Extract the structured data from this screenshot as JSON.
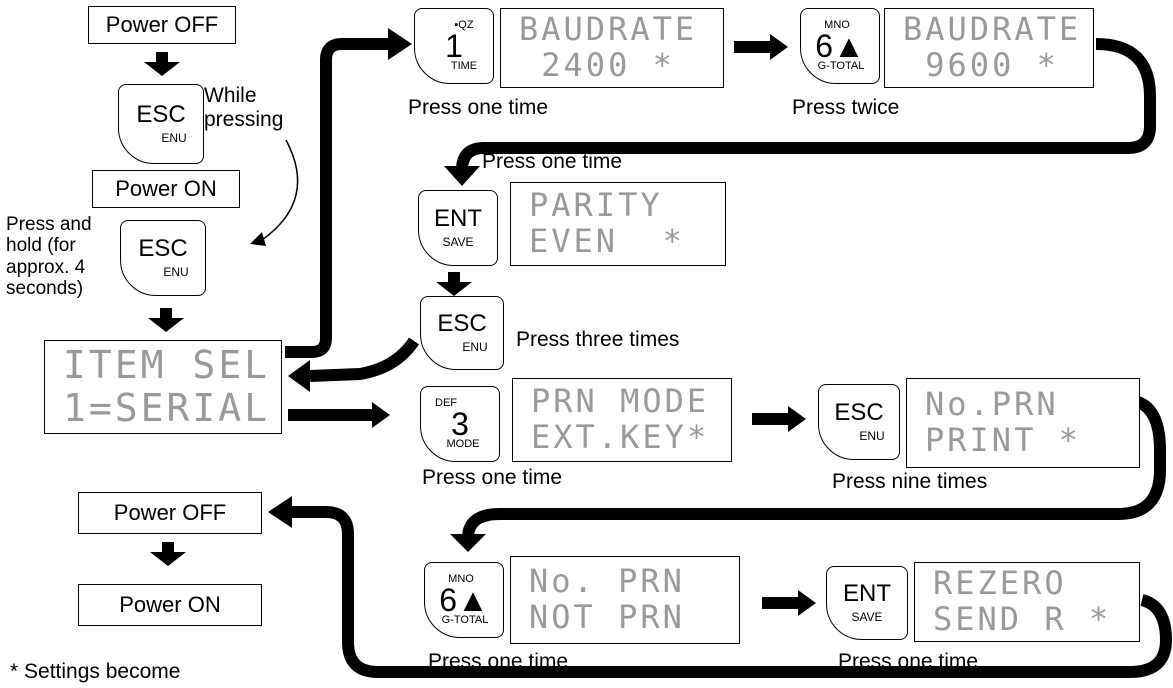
{
  "boxes": {
    "power_off_top": "Power OFF",
    "power_on_top": "Power ON",
    "power_off_bottom": "Power OFF",
    "power_on_bottom": "Power ON"
  },
  "keys": {
    "esc_main": "ESC",
    "esc_sub": "ENU",
    "ent_main": "ENT",
    "ent_sub": "SAVE",
    "k1_top": "▪QZ",
    "k1_big": "1",
    "k1_bot": "TIME",
    "k3_top": "DEF",
    "k3_big": "3",
    "k3_bot": "MODE",
    "k6_top": "MNO",
    "k6_big": "6▲",
    "k6_bot": "G-TOTAL"
  },
  "lcd": {
    "item_sel": [
      "ITEM SEL",
      "1=SERIAL"
    ],
    "baud_2400": [
      "BAUDRATE",
      " 2400 *"
    ],
    "baud_9600": [
      "BAUDRATE",
      " 9600 *"
    ],
    "parity_even": [
      "PARITY",
      "EVEN  *"
    ],
    "prn_mode": [
      "PRN MODE",
      "EXT.KEY*"
    ],
    "no_prn_print": [
      "No.PRN",
      "PRINT *"
    ],
    "no_prn_not": [
      "No. PRN",
      "NOT PRN"
    ],
    "rezero": [
      "REZERO",
      "SEND R *"
    ]
  },
  "labels": {
    "while_pressing": "While pressing",
    "press_hold": "Press and hold (for approx. 4 seconds)",
    "press_one_time_1": "Press one time",
    "press_twice": "Press twice",
    "press_one_time_2": "Press one time",
    "press_three_times": "Press three times",
    "press_one_time_3": "Press one time",
    "press_nine_times": "Press nine times",
    "press_one_time_4": "Press one time",
    "press_one_time_5": "Press one time",
    "footnote": "*   Settings become"
  }
}
